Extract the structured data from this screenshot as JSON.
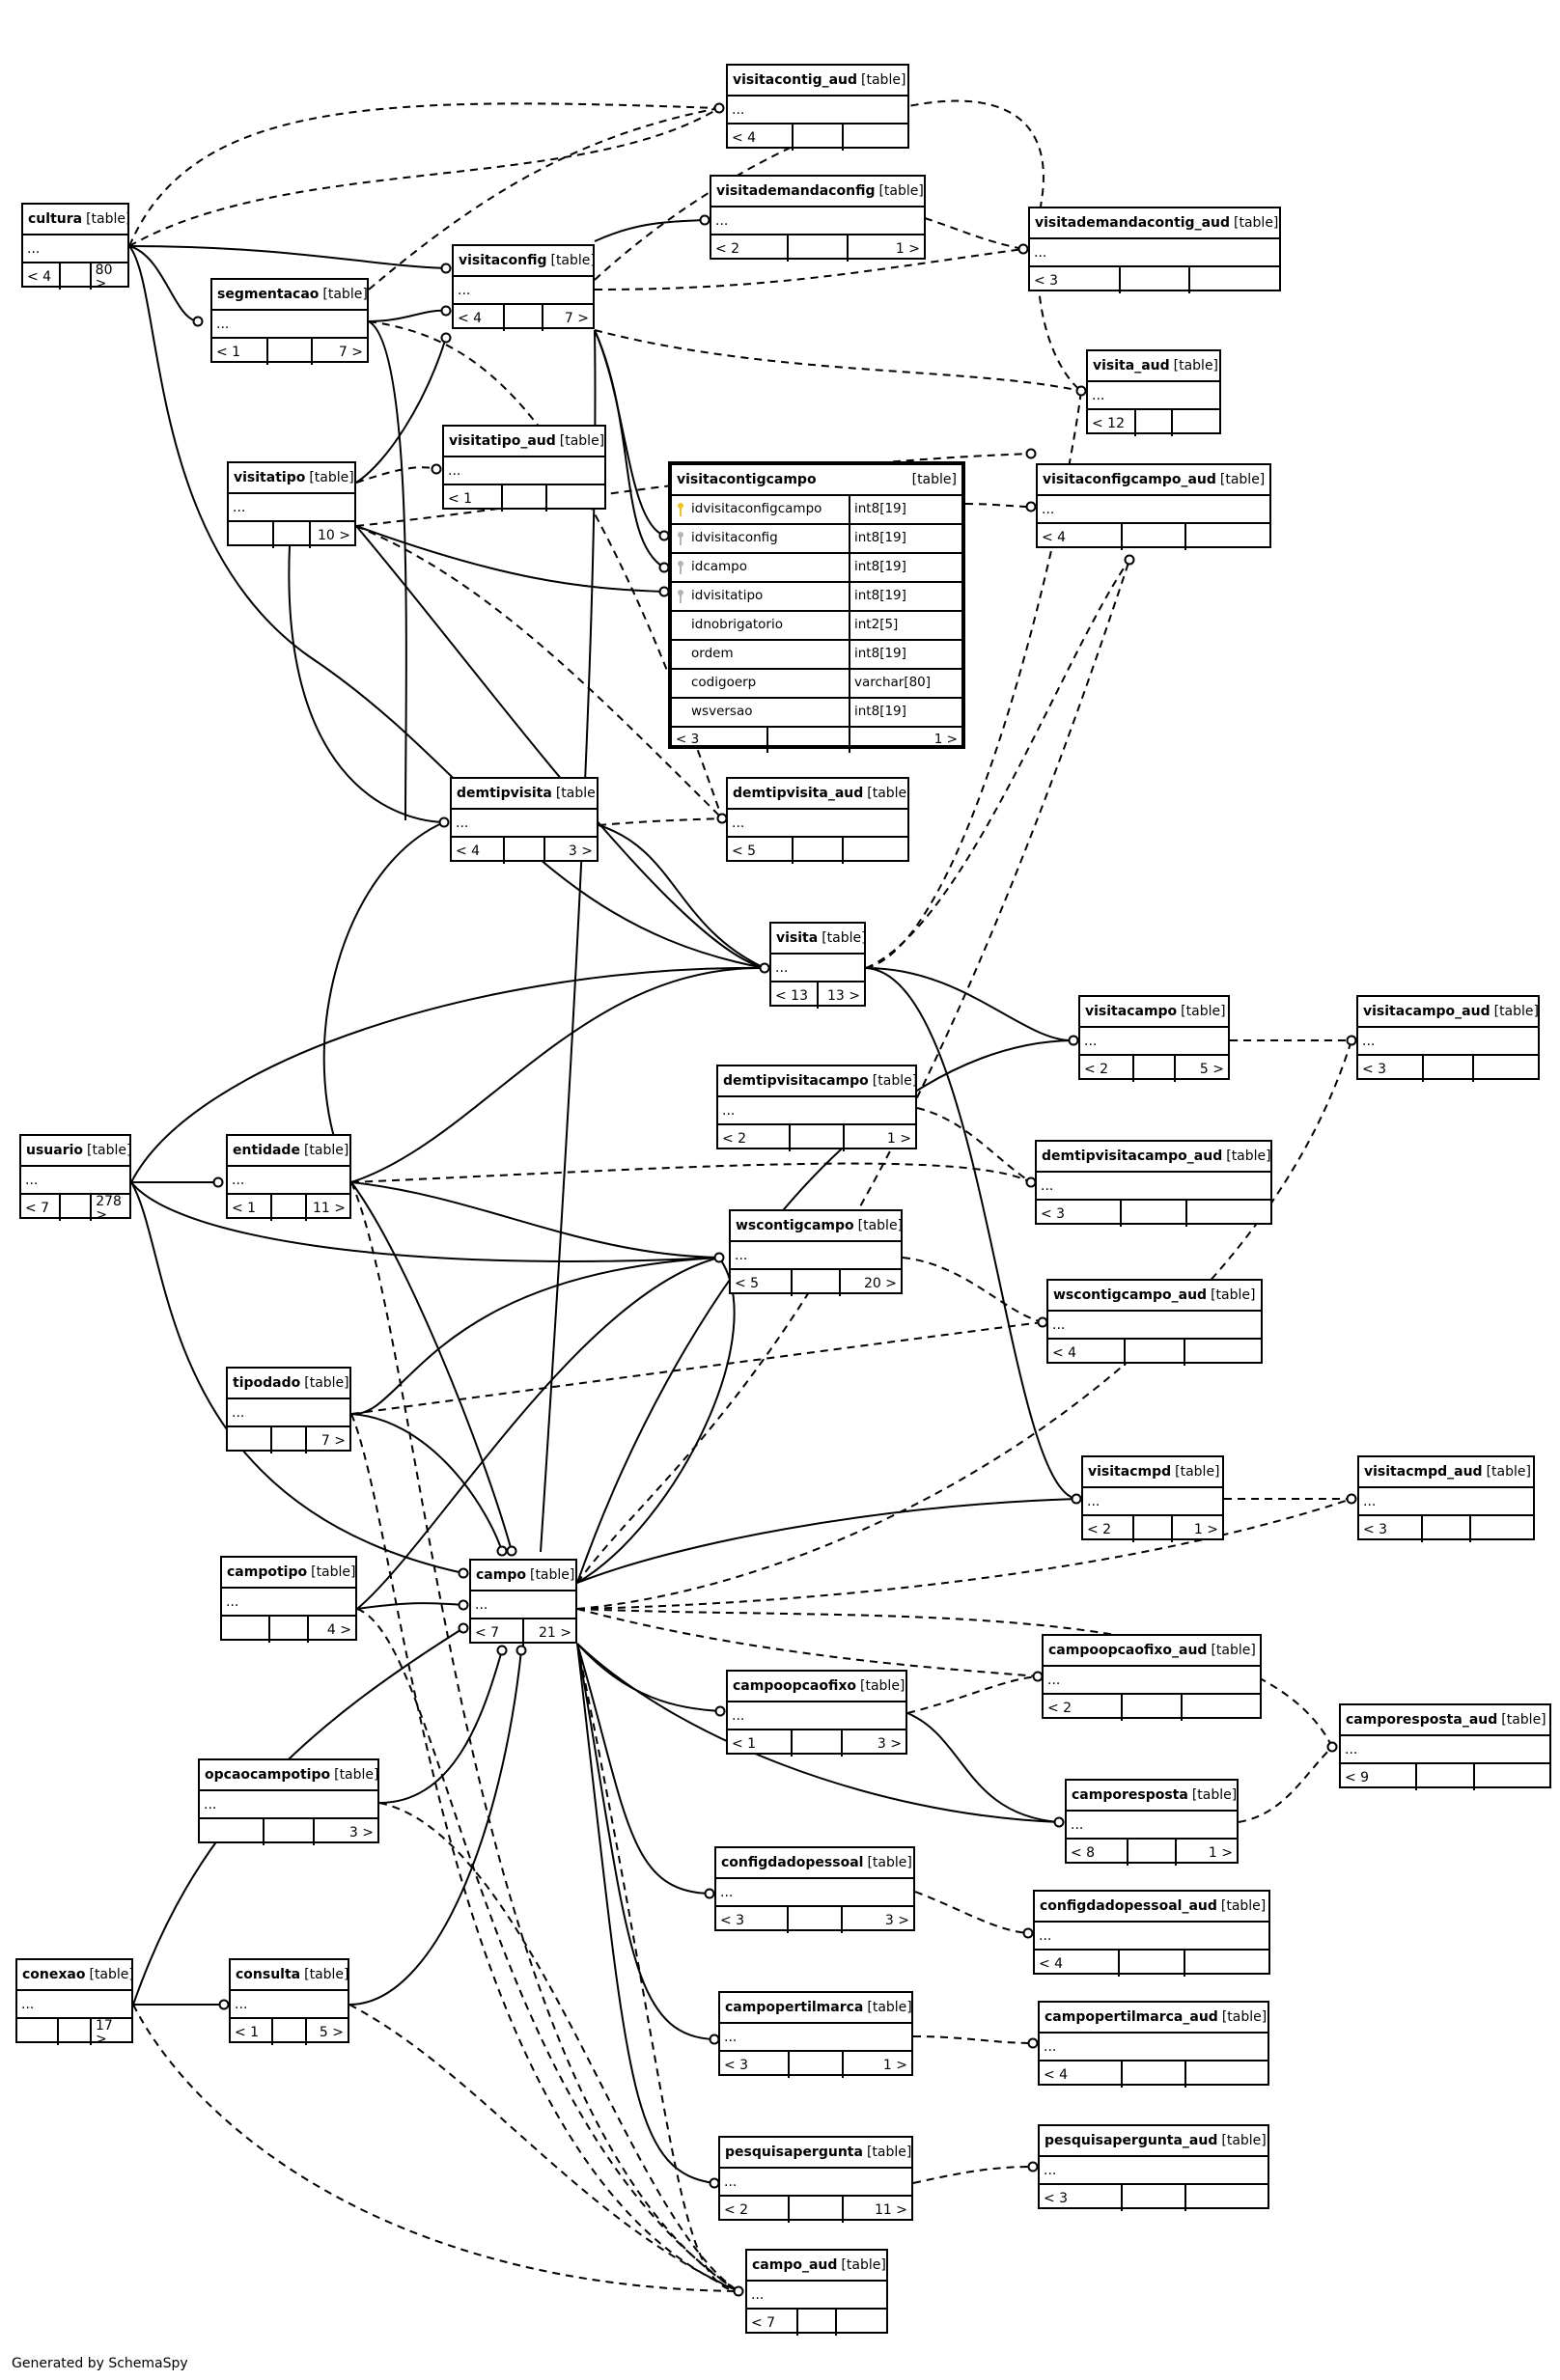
{
  "credit": "Generated by SchemaSpy",
  "tables": {
    "cultura": {
      "name": "cultura",
      "type": "[table]",
      "body": "...",
      "footer": [
        "< 4",
        "",
        "80 >"
      ]
    },
    "segmentacao": {
      "name": "segmentacao",
      "type": "[table]",
      "body": "...",
      "footer": [
        "< 1",
        "",
        "7 >"
      ]
    },
    "visitaconfig": {
      "name": "visitaconfig",
      "type": "[table]",
      "body": "...",
      "footer": [
        "< 4",
        "",
        "7 >"
      ]
    },
    "visitacontig_aud": {
      "name": "visitacontig_aud",
      "type": "[table]",
      "body": "...",
      "footer": [
        "< 4",
        "",
        ""
      ]
    },
    "visitademandaconfig": {
      "name": "visitademandaconfig",
      "type": "[table]",
      "body": "...",
      "footer": [
        "< 2",
        "",
        "1 >"
      ]
    },
    "visitademandacontig_aud": {
      "name": "visitademandacontig_aud",
      "type": "[table]",
      "body": "...",
      "footer": [
        "< 3",
        "",
        ""
      ]
    },
    "visita_aud": {
      "name": "visita_aud",
      "type": "[table]",
      "body": "...",
      "footer": [
        "< 12",
        "",
        ""
      ]
    },
    "visitatipo": {
      "name": "visitatipo",
      "type": "[table]",
      "body": "...",
      "footer": [
        "",
        "",
        "10 >"
      ]
    },
    "visitatipo_aud": {
      "name": "visitatipo_aud",
      "type": "[table]",
      "body": "...",
      "footer": [
        "< 1",
        "",
        ""
      ]
    },
    "visitaconfigcampo_aud": {
      "name": "visitaconfigcampo_aud",
      "type": "[table]",
      "body": "...",
      "footer": [
        "< 4",
        "",
        ""
      ]
    },
    "demtipvisita": {
      "name": "demtipvisita",
      "type": "[table]",
      "body": "...",
      "footer": [
        "< 4",
        "",
        "3 >"
      ]
    },
    "demtipvisita_aud": {
      "name": "demtipvisita_aud",
      "type": "[table]",
      "body": "...",
      "footer": [
        "< 5",
        "",
        ""
      ]
    },
    "visita": {
      "name": "visita",
      "type": "[table]",
      "body": "...",
      "footer": [
        "< 13",
        "13 >"
      ]
    },
    "visitacampo": {
      "name": "visitacampo",
      "type": "[table]",
      "body": "...",
      "footer": [
        "< 2",
        "",
        "5 >"
      ]
    },
    "visitacampo_aud": {
      "name": "visitacampo_aud",
      "type": "[table]",
      "body": "...",
      "footer": [
        "< 3",
        "",
        ""
      ]
    },
    "demtipvisitacampo": {
      "name": "demtipvisitacampo",
      "type": "[table]",
      "body": "...",
      "footer": [
        "< 2",
        "",
        "1 >"
      ]
    },
    "demtipvisitacampo_aud": {
      "name": "demtipvisitacampo_aud",
      "type": "[table]",
      "body": "...",
      "footer": [
        "< 3",
        "",
        ""
      ]
    },
    "usuario": {
      "name": "usuario",
      "type": "[table]",
      "body": "...",
      "footer": [
        "< 7",
        "",
        "278 >"
      ]
    },
    "entidade": {
      "name": "entidade",
      "type": "[table]",
      "body": "...",
      "footer": [
        "< 1",
        "",
        "11 >"
      ]
    },
    "wscontigcampo": {
      "name": "wscontigcampo",
      "type": "[table]",
      "body": "...",
      "footer": [
        "< 5",
        "",
        "20 >"
      ]
    },
    "wscontigcampo_aud": {
      "name": "wscontigcampo_aud",
      "type": "[table]",
      "body": "...",
      "footer": [
        "< 4",
        "",
        ""
      ]
    },
    "tipodado": {
      "name": "tipodado",
      "type": "[table]",
      "body": "...",
      "footer": [
        "",
        "",
        "7 >"
      ]
    },
    "visitacmpd": {
      "name": "visitacmpd",
      "type": "[table]",
      "body": "...",
      "footer": [
        "< 2",
        "",
        "1 >"
      ]
    },
    "visitacmpd_aud": {
      "name": "visitacmpd_aud",
      "type": "[table]",
      "body": "...",
      "footer": [
        "< 3",
        "",
        ""
      ]
    },
    "campotipo": {
      "name": "campotipo",
      "type": "[table]",
      "body": "...",
      "footer": [
        "",
        "",
        "4 >"
      ]
    },
    "campo": {
      "name": "campo",
      "type": "[table]",
      "body": "...",
      "footer": [
        "< 7",
        "21 >"
      ]
    },
    "campoopcaofixo_aud": {
      "name": "campoopcaofixo_aud",
      "type": "[table]",
      "body": "...",
      "footer": [
        "< 2",
        "",
        ""
      ]
    },
    "campoopcaofixo": {
      "name": "campoopcaofixo",
      "type": "[table]",
      "body": "...",
      "footer": [
        "< 1",
        "",
        "3 >"
      ]
    },
    "camporesposta_aud": {
      "name": "camporesposta_aud",
      "type": "[table]",
      "body": "...",
      "footer": [
        "< 9",
        "",
        ""
      ]
    },
    "opcaocampotipo": {
      "name": "opcaocampotipo",
      "type": "[table]",
      "body": "...",
      "footer": [
        "",
        "",
        "3 >"
      ]
    },
    "camporesposta": {
      "name": "camporesposta",
      "type": "[table]",
      "body": "...",
      "footer": [
        "< 8",
        "",
        "1 >"
      ]
    },
    "configdadopessoal": {
      "name": "configdadopessoal",
      "type": "[table]",
      "body": "...",
      "footer": [
        "< 3",
        "",
        "3 >"
      ]
    },
    "configdadopessoal_aud": {
      "name": "configdadopessoal_aud",
      "type": "[table]",
      "body": "...",
      "footer": [
        "< 4",
        "",
        ""
      ]
    },
    "conexao": {
      "name": "conexao",
      "type": "[table]",
      "body": "...",
      "footer": [
        "",
        "",
        "17 >"
      ]
    },
    "consulta": {
      "name": "consulta",
      "type": "[table]",
      "body": "...",
      "footer": [
        "< 1",
        "",
        "5 >"
      ]
    },
    "campopertilmarca": {
      "name": "campopertilmarca",
      "type": "[table]",
      "body": "...",
      "footer": [
        "< 3",
        "",
        "1 >"
      ]
    },
    "campopertilmarca_aud": {
      "name": "campopertilmarca_aud",
      "type": "[table]",
      "body": "...",
      "footer": [
        "< 4",
        "",
        ""
      ]
    },
    "pesquisapergunta": {
      "name": "pesquisapergunta",
      "type": "[table]",
      "body": "...",
      "footer": [
        "< 2",
        "",
        "11 >"
      ]
    },
    "pesquisapergunta_aud": {
      "name": "pesquisapergunta_aud",
      "type": "[table]",
      "body": "...",
      "footer": [
        "< 3",
        "",
        ""
      ]
    },
    "campo_aud": {
      "name": "campo_aud",
      "type": "[table]",
      "body": "...",
      "footer": [
        "< 7",
        "",
        ""
      ]
    }
  },
  "focus_table": {
    "name": "visitacontigcampo",
    "type": "[table]",
    "columns": [
      {
        "name": "idvisitaconfigcampo",
        "type": "int8[19]",
        "key": "pk"
      },
      {
        "name": "idvisitaconfig",
        "type": "int8[19]",
        "key": "fk"
      },
      {
        "name": "idcampo",
        "type": "int8[19]",
        "key": "fk"
      },
      {
        "name": "idvisitatipo",
        "type": "int8[19]",
        "key": "fk"
      },
      {
        "name": "idnobrigatorio",
        "type": "int2[5]",
        "key": "none"
      },
      {
        "name": "ordem",
        "type": "int8[19]",
        "key": "none"
      },
      {
        "name": "codigoerp",
        "type": "varchar[80]",
        "key": "none"
      },
      {
        "name": "wsversao",
        "type": "int8[19]",
        "key": "none"
      }
    ],
    "footer": [
      "< 3",
      "1 >"
    ]
  }
}
